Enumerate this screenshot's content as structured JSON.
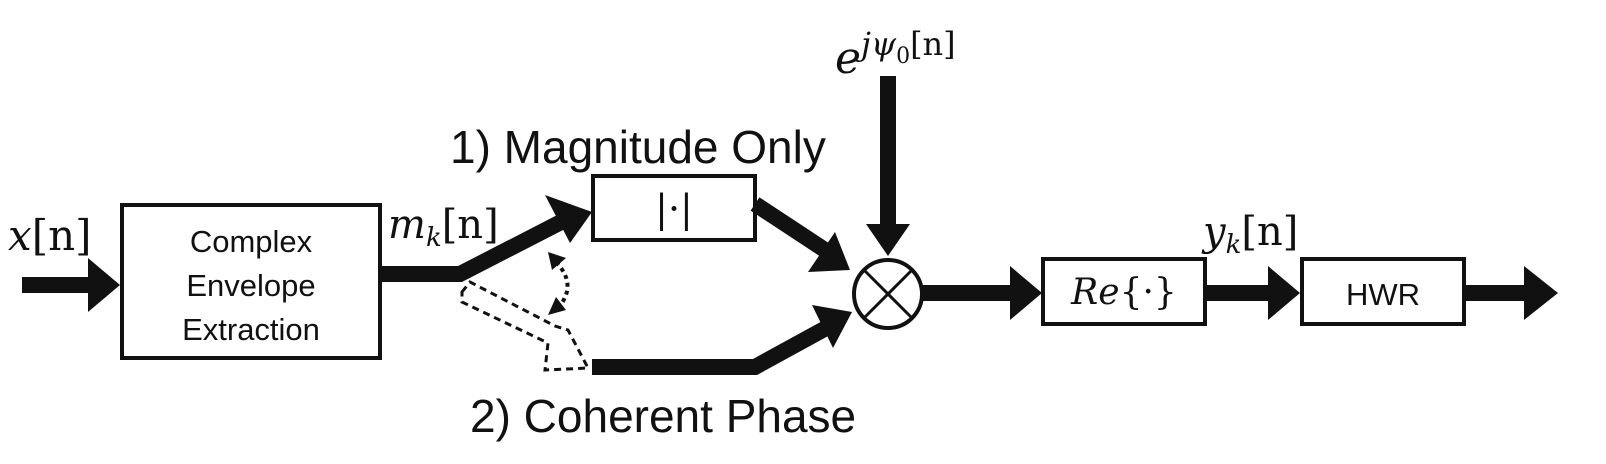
{
  "input_signal": {
    "base": "x",
    "bracket": "[n]"
  },
  "envelope_block": {
    "lines": [
      "Complex",
      "Envelope",
      "Extraction"
    ]
  },
  "envelope_output": {
    "base": "m",
    "sub": "k",
    "bracket": "[n]"
  },
  "path_magnitude": {
    "label": "1) Magnitude Only"
  },
  "magnitude_block": {
    "symbol": "|·|"
  },
  "path_coherent": {
    "label": "2) Coherent Phase"
  },
  "phase_term": {
    "base": "e",
    "sup_j": "j",
    "sup_psi": "ψ",
    "sup_sub": "0",
    "sup_bracket": "[n]"
  },
  "real_part_block": {
    "re": "Re",
    "arg": "{·}"
  },
  "subband_output": {
    "base": "y",
    "sub": "k",
    "bracket": "[n]"
  },
  "hwr_block": {
    "label": "HWR"
  },
  "colors": {
    "ink": "#111111",
    "background": "#ffffff"
  }
}
